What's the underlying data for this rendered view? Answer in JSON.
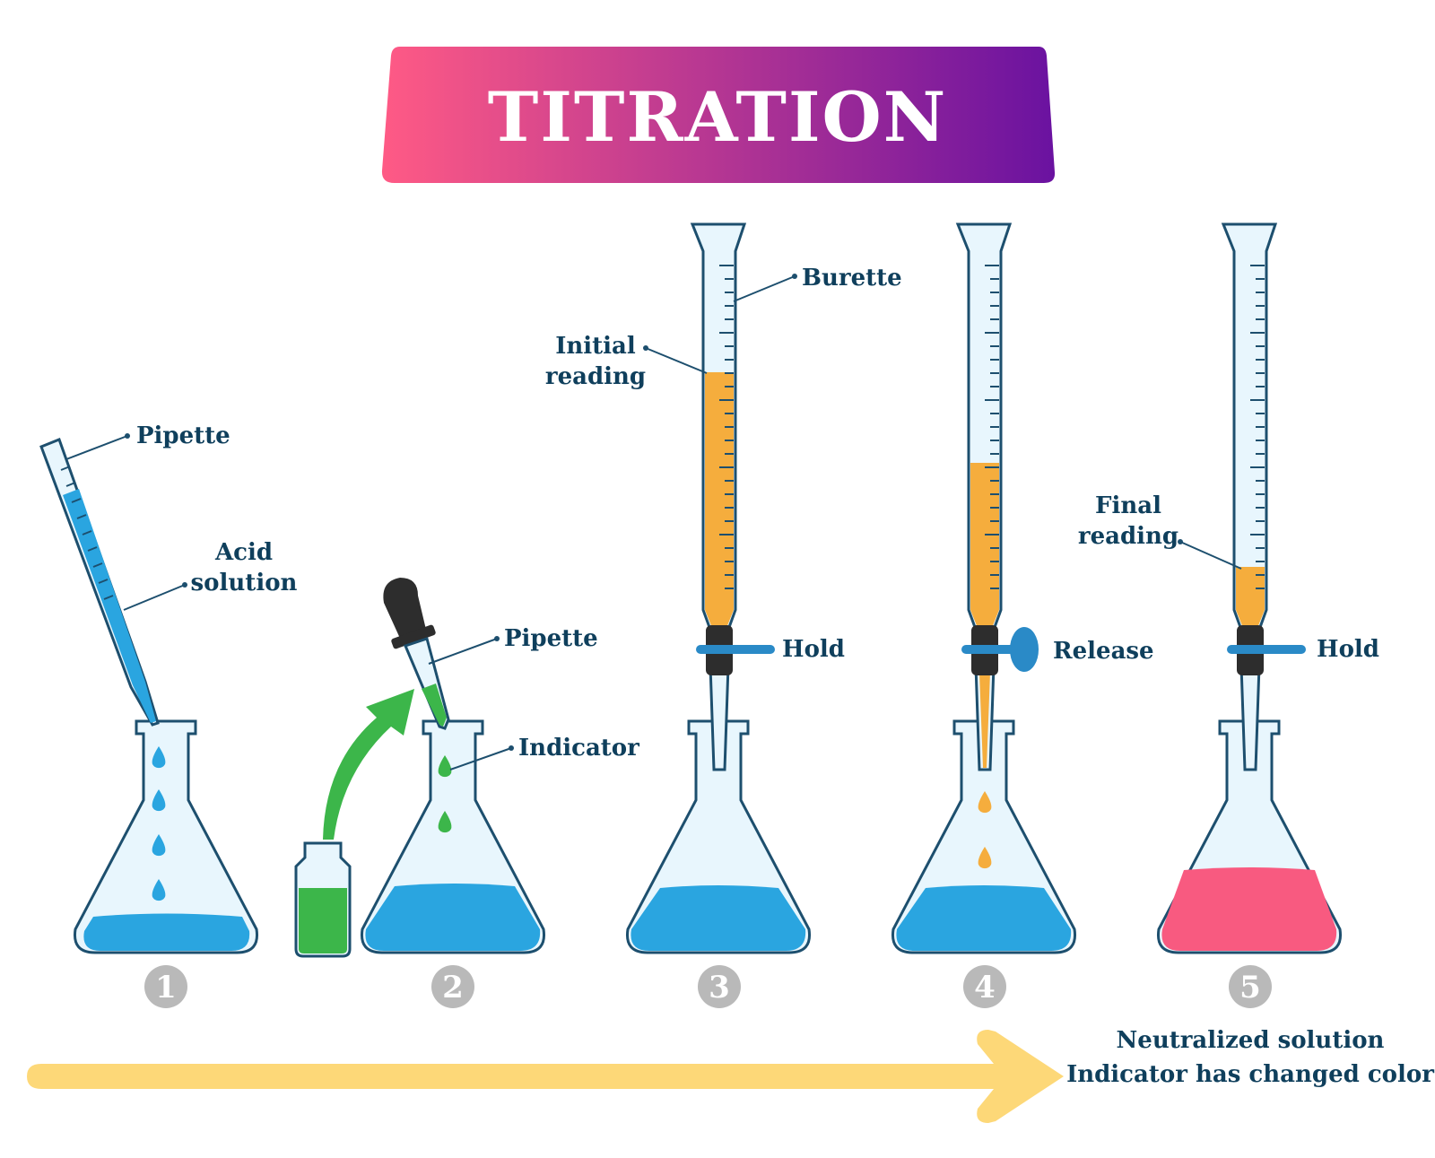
{
  "title": "TITRATION",
  "colors": {
    "title_gradient_start": "#ff5a85",
    "title_gradient_end": "#6a12a0",
    "glass": "#e8f6fd",
    "outline": "#1d4f6e",
    "base_solution": "#2aa5e0",
    "indicator": "#3cb64a",
    "titrant": "#f5ad3d",
    "neutralized": "#f85a80",
    "step_circle": "#b9b9b9",
    "arrow": "#fdd878",
    "label": "#0f3f5c",
    "pink_text": "#ee4f7c"
  },
  "steps": [
    {
      "number": "1",
      "labels": {
        "pipette": "Pipette",
        "acid_line1": "Acid",
        "acid_line2": "solution"
      }
    },
    {
      "number": "2",
      "labels": {
        "pipette": "Pipette",
        "indicator": "Indicator"
      }
    },
    {
      "number": "3",
      "labels": {
        "burette": "Burette",
        "initial_line1": "Initial",
        "initial_line2": "reading",
        "valve": "Hold"
      }
    },
    {
      "number": "4",
      "labels": {
        "valve": "Release"
      }
    },
    {
      "number": "5",
      "labels": {
        "final_line1": "Final",
        "final_line2": "reading",
        "valve": "Hold"
      }
    }
  ],
  "result": {
    "line1": "Neutralized solution",
    "line2": "Indicator has changed color"
  }
}
